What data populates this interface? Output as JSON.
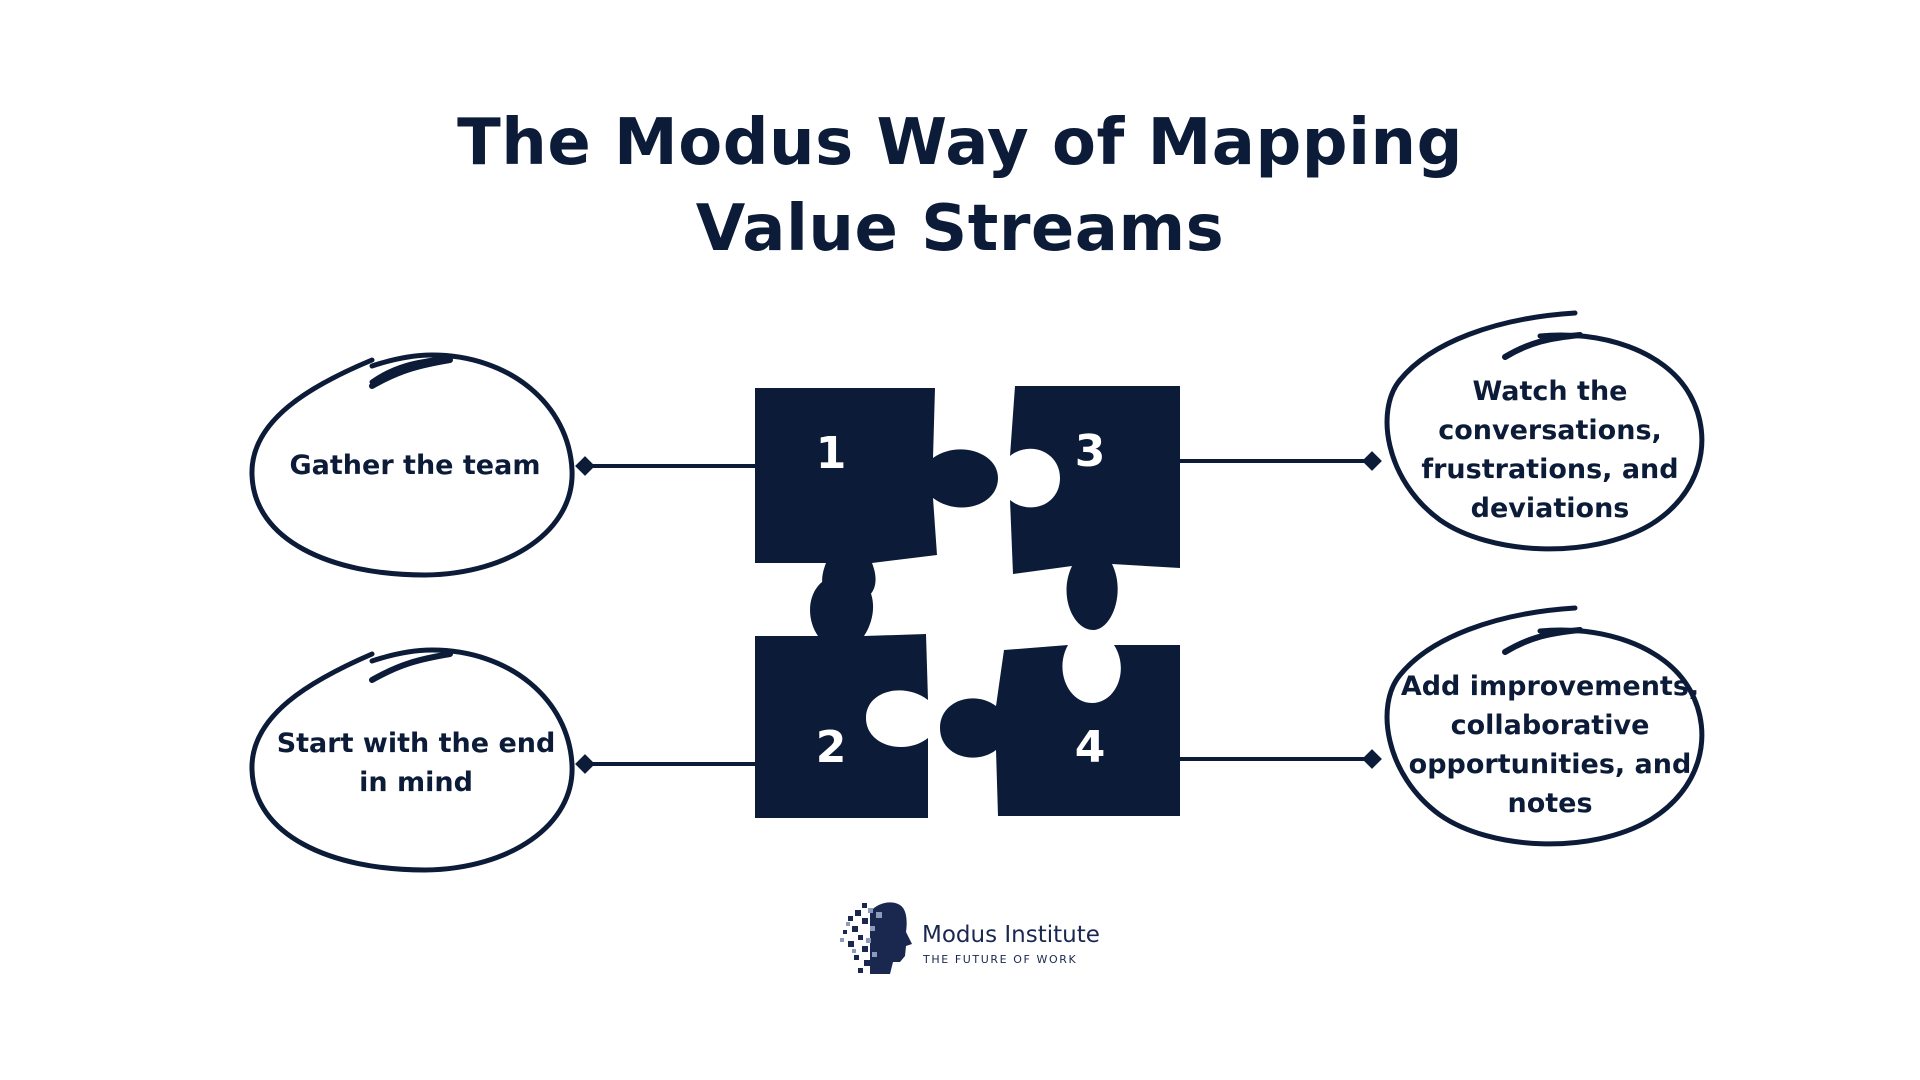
{
  "title": {
    "line1": "The Modus Way of Mapping",
    "line2": "Value Streams"
  },
  "steps": [
    {
      "number": "1",
      "label": "Gather the team"
    },
    {
      "number": "2",
      "label": "Start with the end in mind"
    },
    {
      "number": "3",
      "label": "Watch the conversations, frustrations, and deviations"
    },
    {
      "number": "4",
      "label": "Add improvements, collaborative opportunities, and notes"
    }
  ],
  "logo": {
    "name": "Modus Institute",
    "tagline": "THE FUTURE OF WORK"
  },
  "colors": {
    "navy": "#0c1c38",
    "background": "#ffffff"
  }
}
